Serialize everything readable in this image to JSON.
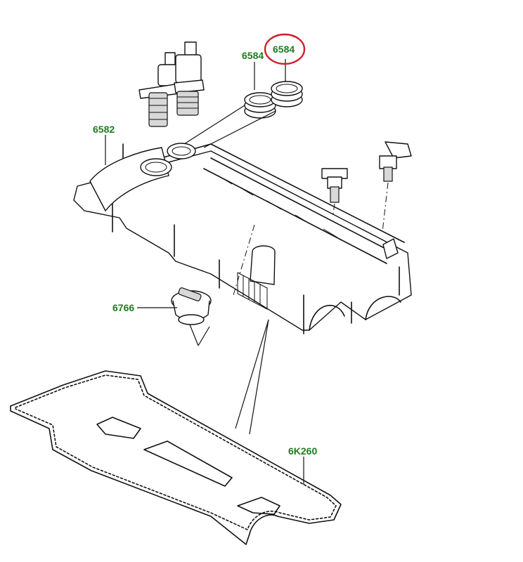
{
  "callouts": {
    "part_6584_highlight": "6584",
    "part_6584": "6584",
    "part_6582": "6582",
    "part_6766": "6766",
    "part_6k260": "6K260"
  },
  "colors": {
    "callout_text": "#1e7d1e",
    "highlight_ring": "#d0202a",
    "line_art": "#111111"
  }
}
